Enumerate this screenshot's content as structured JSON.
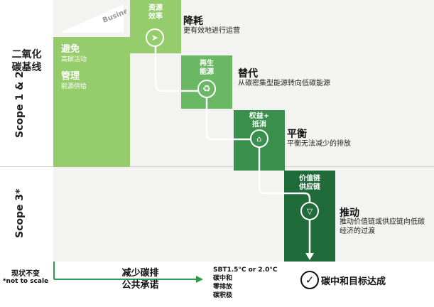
{
  "left_panel": {
    "scope12_label": "Scope 1 & 2",
    "scope3_label": "Scope 3*",
    "baseline": "现状不变",
    "not_to_scale": "*not to scale"
  },
  "business_triangle": {
    "label": "Business"
  },
  "carbon_label": "二氧化\n碳基线",
  "avoid": {
    "title": "避免",
    "desc": "高碳活动"
  },
  "manage": {
    "title": "管理",
    "desc": "能源供给"
  },
  "steps": [
    {
      "box": "资源\n效率",
      "heading": "降耗",
      "desc": "更有效地进行运营",
      "icon": "paper-plane-icon"
    },
    {
      "box": "再生\n能源",
      "heading": "替代",
      "desc": "从碳密集型能源转向低碳能源",
      "icon": "recycle-icon"
    },
    {
      "box": "权益+\n抵消",
      "heading": "平衡",
      "desc": "平衡无法减少的排放",
      "icon": "offset-icon"
    },
    {
      "box": "价值链\n供应链",
      "heading": "推动",
      "desc": "推动价值链或供应链向低碳\n经济的过渡",
      "icon": "funnel-icon"
    }
  ],
  "bottom": {
    "arrow_label": "减少碳排\n公共承诺",
    "target": "SBT1.5°C or 2.0°C\n碳中和\n零排放\n碳积极",
    "achieved": "碳中和目标达成"
  },
  "colors": {
    "light": "#95cd6c",
    "mid": "#48a15a",
    "dark": "#1f6b3a",
    "darker": "#0f4a28",
    "panel": "#f3f4f1"
  }
}
